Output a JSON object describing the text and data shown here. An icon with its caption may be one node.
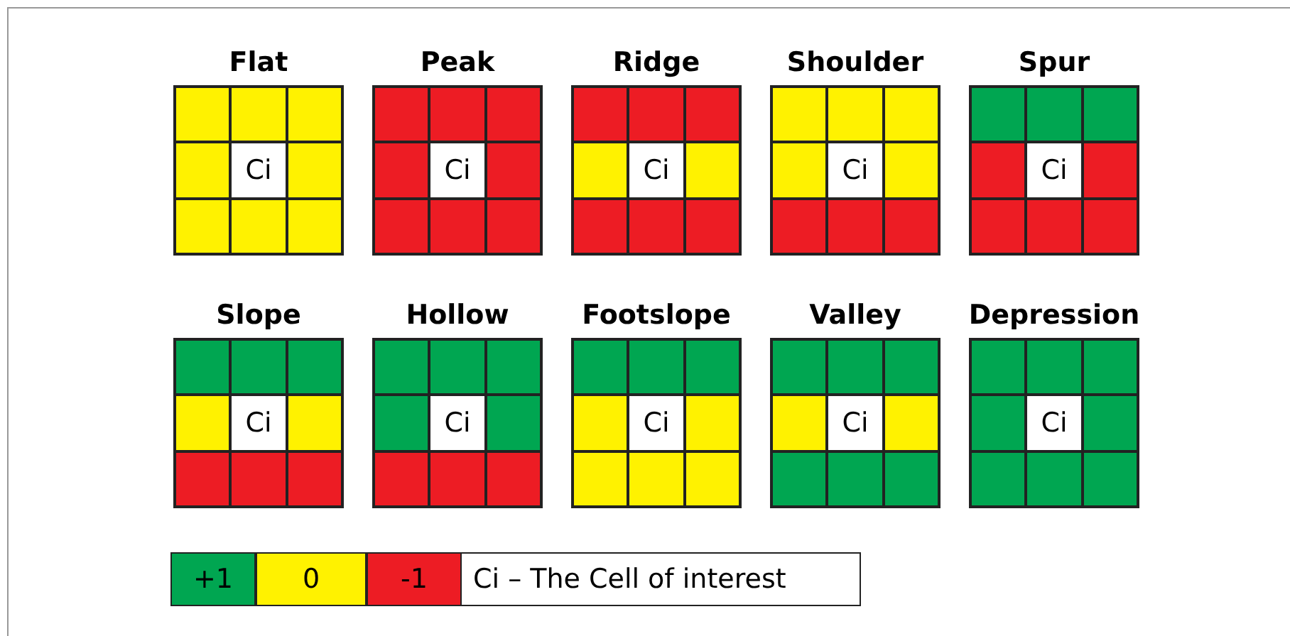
{
  "diagram": {
    "nodes": [
      {
        "text": [
          "Flat",
          "Ci"
        ]
      },
      {
        "text": [
          "Peak",
          "Ci"
        ]
      },
      {
        "text": [
          "Ridge",
          "Ci"
        ]
      },
      {
        "text": [
          "Shoulder",
          "Ci"
        ]
      },
      {
        "text": [
          "Spur",
          "Ci"
        ]
      },
      {
        "text": [
          "Slope",
          "Ci"
        ]
      },
      {
        "text": [
          "Hollow",
          "Ci"
        ]
      },
      {
        "text": [
          "Footslope",
          "Ci"
        ]
      },
      {
        "text": [
          "Valley",
          "Ci"
        ]
      },
      {
        "text": [
          "Depression",
          "Ci"
        ]
      }
    ],
    "labels": [
      "Ci – The Cell of interest"
    ],
    "legend": [
      {
        "text": "+1",
        "color": "#00a651"
      },
      {
        "text": "0",
        "color": "#fff200"
      },
      {
        "text": "-1",
        "color": "#ed1c24"
      }
    ]
  }
}
